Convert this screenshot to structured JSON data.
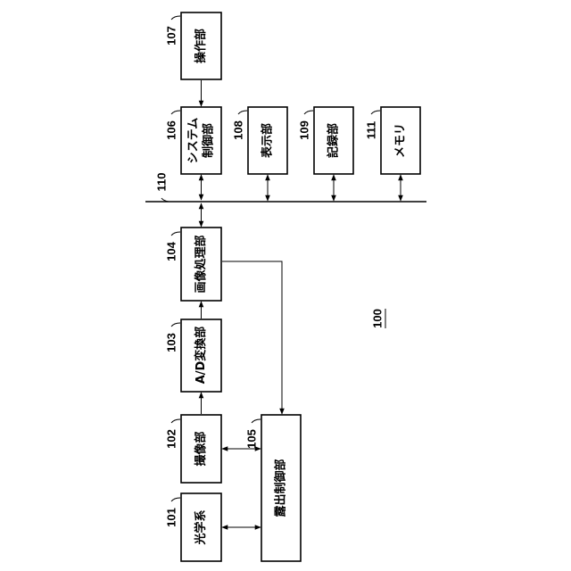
{
  "figure_label": "100",
  "bus_label": "110",
  "blocks": [
    {
      "id": "optical_system",
      "ref": "101",
      "label": "光学系"
    },
    {
      "id": "imaging_unit",
      "ref": "102",
      "label": "撮像部"
    },
    {
      "id": "ad_converter",
      "ref": "103",
      "label": "A/D変換部"
    },
    {
      "id": "image_processor",
      "ref": "104",
      "label": "画像処理部"
    },
    {
      "id": "exposure_controller",
      "ref": "105",
      "label": "露出制御部"
    },
    {
      "id": "system_controller",
      "ref": "106",
      "label": "システム",
      "label2": "制御部"
    },
    {
      "id": "operation_unit",
      "ref": "107",
      "label": "操作部"
    },
    {
      "id": "display_unit",
      "ref": "108",
      "label": "表示部"
    },
    {
      "id": "recording_unit",
      "ref": "109",
      "label": "記録部"
    },
    {
      "id": "memory",
      "ref": "111",
      "label": "メモリ"
    }
  ]
}
